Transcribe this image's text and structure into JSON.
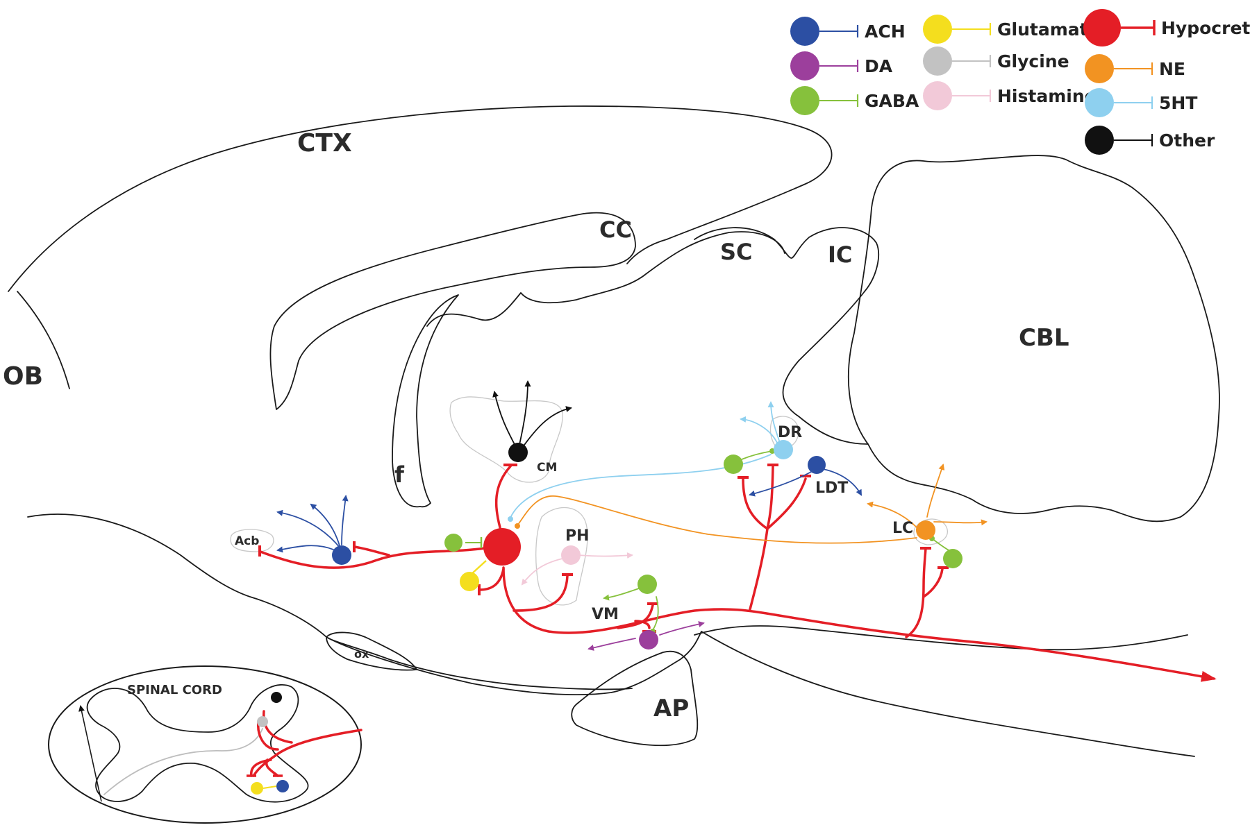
{
  "legend": {
    "items": [
      {
        "label": "ACH",
        "color": "#2c4fa3"
      },
      {
        "label": "DA",
        "color": "#9c3f9c"
      },
      {
        "label": "GABA",
        "color": "#86c13c"
      },
      {
        "label": "Glutamate",
        "color": "#f4de1e"
      },
      {
        "label": "Glycine",
        "color": "#c2c2c2"
      },
      {
        "label": "Histamine",
        "color": "#f2c9d8"
      },
      {
        "label": "Hypocretin",
        "color": "#e41e26"
      },
      {
        "label": "NE",
        "color": "#f29322"
      },
      {
        "label": "5HT",
        "color": "#8ed0ef"
      },
      {
        "label": "Other",
        "color": "#111111"
      }
    ]
  },
  "regions": {
    "ctx": "CTX",
    "cc": "CC",
    "sc": "SC",
    "ic": "IC",
    "cbl": "CBL",
    "ob": "OB",
    "f": "f",
    "ap": "AP",
    "ox": "ox"
  },
  "nuclei": {
    "cm": "CM",
    "ph": "PH",
    "acb": "Acb",
    "dr": "DR",
    "ldt": "LDT",
    "lc": "LC",
    "vm": "VM"
  },
  "inset": {
    "title": "SPINAL CORD"
  }
}
